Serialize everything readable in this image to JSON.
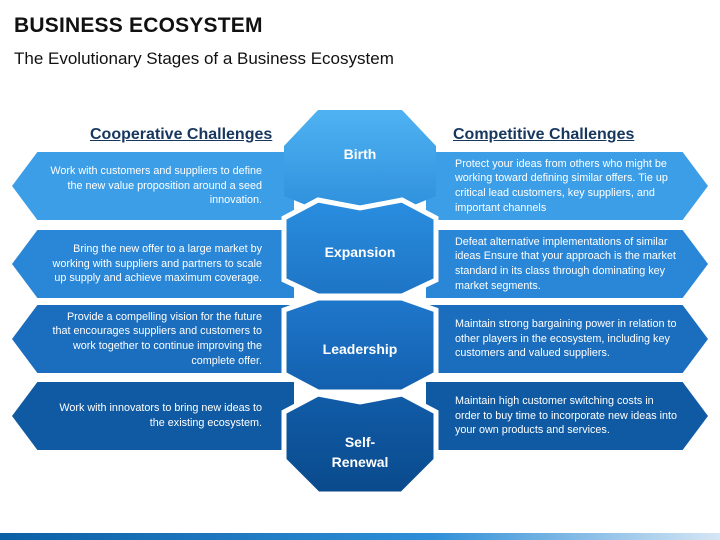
{
  "header": {
    "title": "BUSINESS ECOSYSTEM",
    "subtitle": "The Evolutionary Stages of a Business Ecosystem"
  },
  "columns": {
    "left_heading": "Cooperative Challenges",
    "right_heading": "Competitive Challenges"
  },
  "stages": [
    {
      "name": "Birth",
      "cooperative": "Work with customers and suppliers to define the new value proposition around a seed innovation.",
      "competitive": "Protect your ideas from others who might be working toward defining similar offers. Tie up critical lead customers, key suppliers, and important channels",
      "color": "#3d9ee8"
    },
    {
      "name": "Expansion",
      "cooperative": "Bring the new offer to a large market by working with suppliers and partners to scale up supply and achieve maximum coverage.",
      "competitive": "Defeat alternative implementations of similar ideas Ensure that your approach is the market standard in its class through dominating key market segments.",
      "color": "#2a86d6"
    },
    {
      "name": "Leadership",
      "cooperative": "Provide a compelling vision for the future that encourages suppliers and customers to work together to continue improving the complete offer.",
      "competitive": "Maintain strong bargaining power in relation to other players in the ecosystem, including key customers and valued suppliers.",
      "color": "#1b6dbd"
    },
    {
      "name": "Self-Renewal",
      "name_line1": "Self-",
      "name_line2": "Renewal",
      "cooperative": "Work with innovators to bring new ideas to the existing ecosystem.",
      "competitive": "Maintain high customer switching costs in order to buy time to incorporate new ideas into your own products and services.",
      "color": "#0f5aa3"
    }
  ]
}
